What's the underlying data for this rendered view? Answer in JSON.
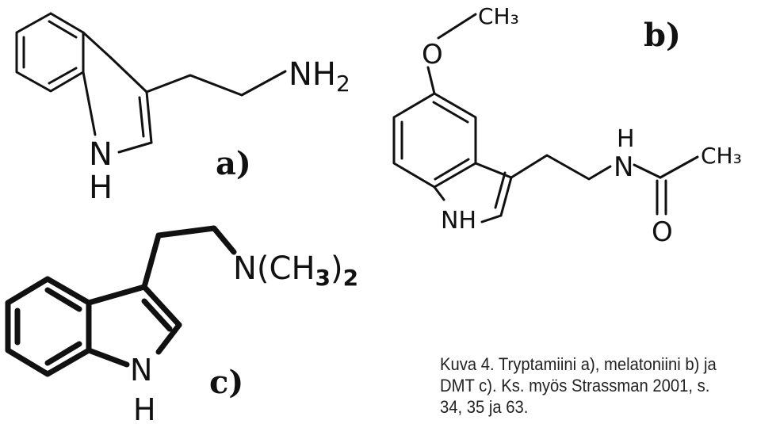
{
  "molecules": {
    "a": {
      "label": "a)",
      "amine_text": "NH",
      "amine_sub": "2",
      "ring_n": "N",
      "ring_h": "H"
    },
    "b": {
      "label": "b)",
      "methoxy_o": "O",
      "methoxy_ch3": "CH₃",
      "amide_h": "H",
      "amide_n": "N",
      "acetyl_ch3": "CH₃",
      "carbonyl_o": "O",
      "ring_nh": "NH"
    },
    "c": {
      "label": "c)",
      "dimethylamino_text": "N(CH",
      "dimethylamino_sub": "3",
      "dimethylamino_close": ")",
      "dimethylamino_count": "2",
      "ring_n": "N",
      "ring_h": "H"
    }
  },
  "caption": {
    "text": "Kuva 4. Tryptamiini a), melatoniini b) ja DMT c). Ks. myös Strassman 2001, s. 34, 35 ja 63."
  }
}
